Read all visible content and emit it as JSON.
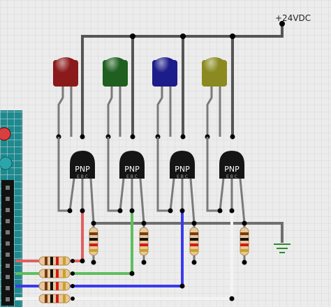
{
  "supply": {
    "label": "+24VDC"
  },
  "transistors": [
    {
      "label": "PNP",
      "pins": "E B C"
    },
    {
      "label": "PNP",
      "pins": "E B C"
    },
    {
      "label": "PNP",
      "pins": "E B C"
    },
    {
      "label": "PNP",
      "pins": "E B C"
    }
  ],
  "leds": [
    {
      "name": "led-red",
      "color": "#8b1a1a"
    },
    {
      "name": "led-green",
      "color": "#1f5f1f"
    },
    {
      "name": "led-blue",
      "color": "#1c1c8a"
    },
    {
      "name": "led-yellow",
      "color": "#8a8a20"
    }
  ],
  "wire_colors": {
    "red": "#e06060",
    "green": "#5fbf5f",
    "blue": "#3a3aee",
    "white": "#f4f4f4",
    "gray": "#6e6e6e",
    "supply": "#555555"
  },
  "board_color": "#1d8a8f"
}
